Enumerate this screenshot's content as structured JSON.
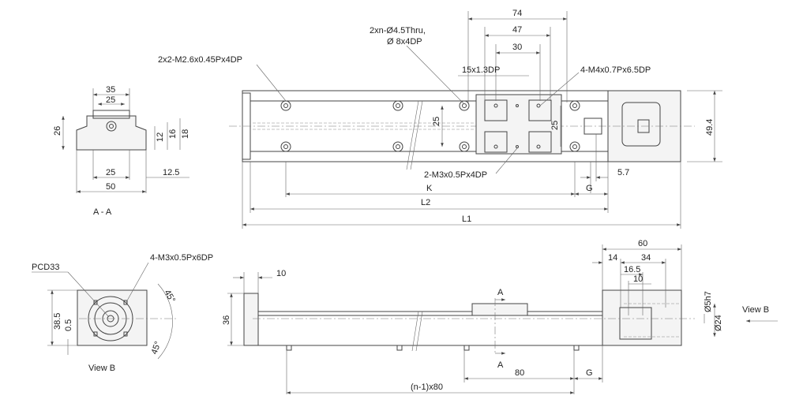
{
  "top_view": {
    "callouts": {
      "m26_holes": "2x2-M2.6x0.45Px4DP",
      "thru_holes_1": "2xn-Ø4.5Thru,",
      "thru_holes_2": "Ø 8x4DP",
      "groove": "15x1.3DP",
      "m4_holes": "4-M4x0.7Px6.5DP",
      "m3_holes": "2-M3x0.5Px4DP"
    },
    "dims": {
      "d74": "74",
      "d47": "47",
      "d30": "30",
      "d25a": "25",
      "d25b": "25",
      "d49_4": "49.4",
      "d5_7": "5.7",
      "K": "K",
      "G": "G",
      "L2": "L2",
      "L1": "L1"
    }
  },
  "section_aa": {
    "title": "A - A",
    "dims": {
      "d35": "35",
      "d25top": "25",
      "d26": "26",
      "d12": "12",
      "d16": "16",
      "d18": "18",
      "d25bot": "25",
      "d12_5": "12.5",
      "d50": "50"
    }
  },
  "view_b": {
    "title": "View B",
    "callouts": {
      "pcd": "PCD33",
      "m3": "4-M3x0.5Px6DP"
    },
    "dims": {
      "d38_5": "38.5",
      "d0_5": "0.5",
      "a1": "45°",
      "a2": "45°"
    }
  },
  "side_view": {
    "dims": {
      "d10a": "10",
      "d36": "36",
      "d60": "60",
      "d14": "14",
      "d34": "34",
      "d16_5": "16.5",
      "d10b": "10",
      "d5h7": "Ø5h7",
      "d24": "Ø24",
      "d80": "80",
      "G": "G",
      "pitch": "(n-1)x80"
    },
    "section_label_top": "A",
    "section_label_bottom": "A",
    "view_b_arrow": "View B"
  }
}
